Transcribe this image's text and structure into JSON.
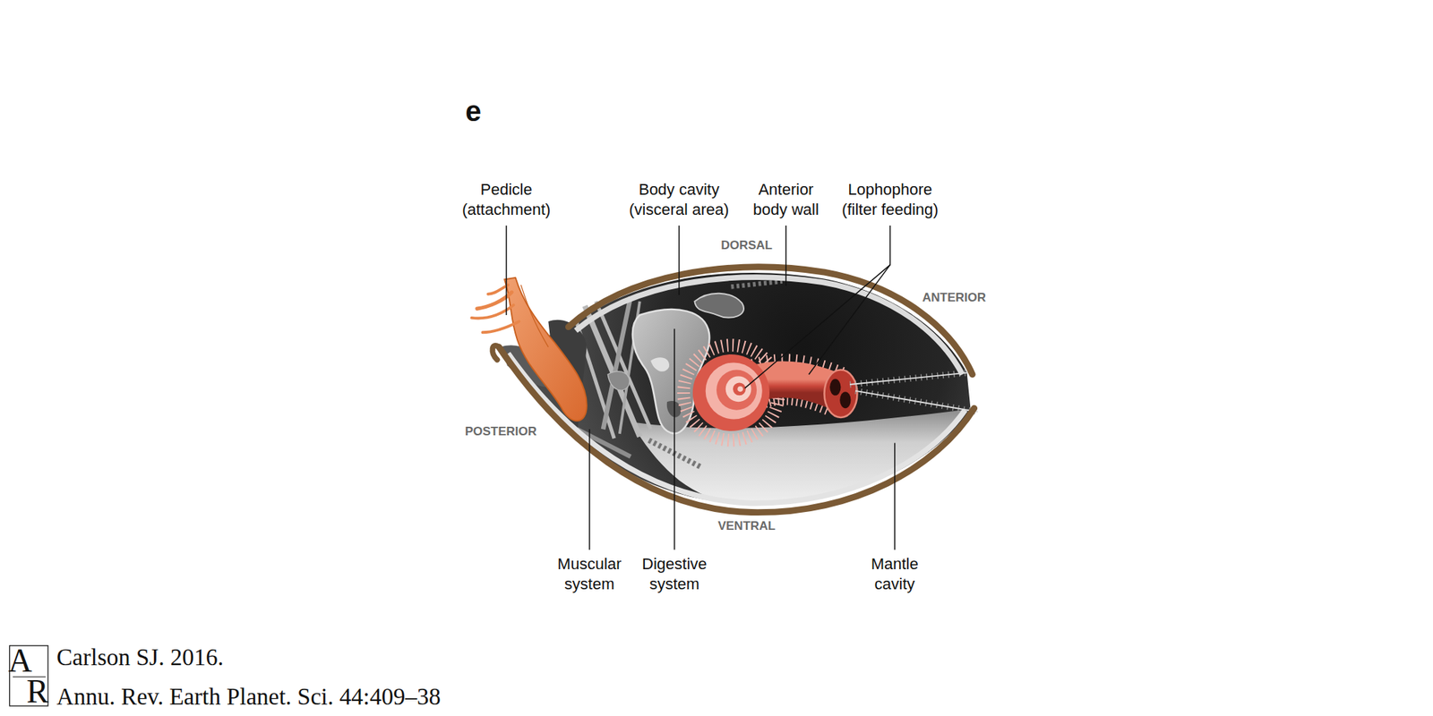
{
  "diagram": {
    "labels": [
      "e",
      "Pedicle (attachment)",
      "Body cavity (visceral area)",
      "Anterior body wall",
      "Lophophore (filter feeding)",
      "DORSAL",
      "ANTERIOR",
      "POSTERIOR",
      "VENTRAL",
      "Muscular system",
      "Digestive system",
      "Mantle cavity",
      "A",
      "R",
      "Carlson SJ. 2016.",
      "Annu. Rev. Earth Planet. Sci. 44:409–38"
    ]
  }
}
